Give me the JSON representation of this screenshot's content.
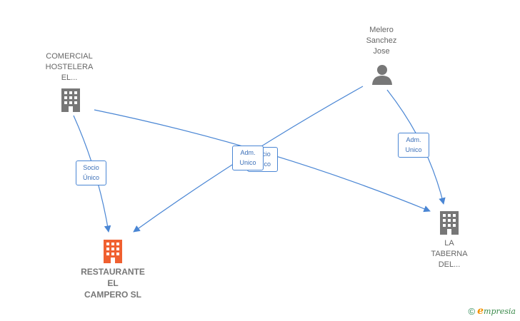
{
  "colors": {
    "edge": "#4a86d4",
    "company_icon": "#777777",
    "main_company_icon": "#f06030",
    "person_icon": "#777777"
  },
  "nodes": {
    "comercial": {
      "label": "COMERCIAL\nHOSTELERA\nEL...",
      "icon": "building-icon"
    },
    "melero": {
      "label": "Melero\nSanchez\nJose",
      "icon": "person-icon"
    },
    "restaurante": {
      "label": "RESTAURANTE\nEL\nCAMPERO  SL",
      "icon": "building-icon"
    },
    "taberna": {
      "label": "LA\nTABERNA\nDEL...",
      "icon": "building-icon"
    }
  },
  "edges": {
    "comercial_restaurante": "Socio\nÚnico",
    "comercial_taberna": "Socio\nÚnico",
    "melero_restaurante": "Adm.\nUnico",
    "melero_taberna": "Adm.\nUnico"
  },
  "footer": {
    "copyright": "©",
    "brand_initial": "e",
    "brand_rest": "mpresia"
  }
}
